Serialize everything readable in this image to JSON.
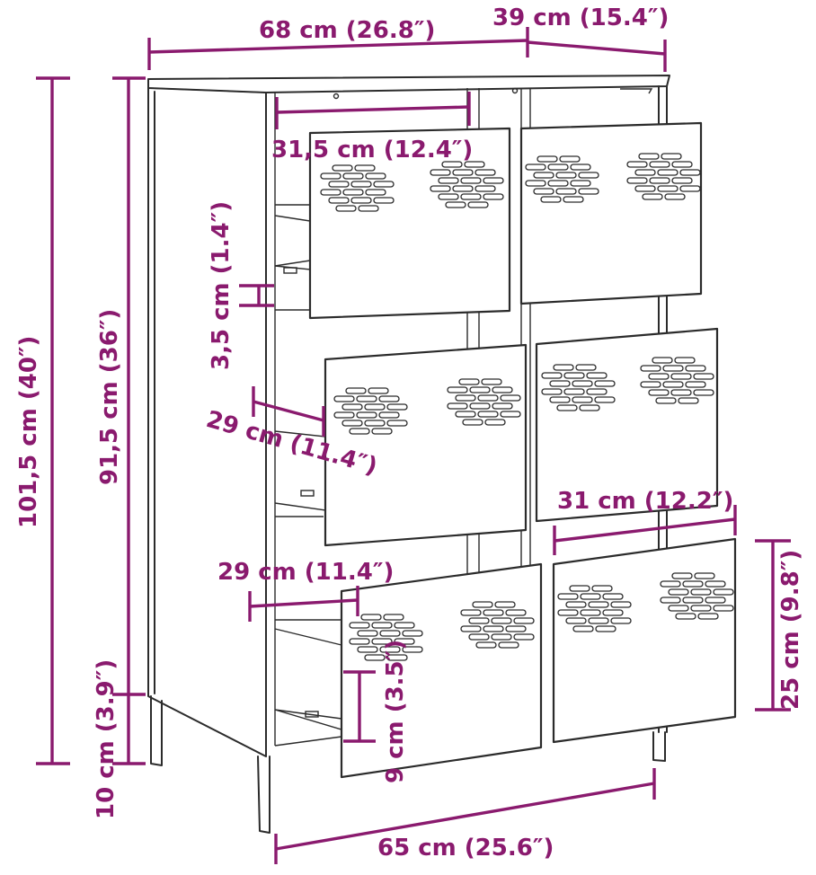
{
  "dimensions": {
    "top_width": "68 cm (26.8″)",
    "top_depth": "39 cm (15.4″)",
    "drawer_inner_width": "31,5 cm (12.4″)",
    "drawer_height_gap": "3,5 cm (1.4″)",
    "drawer_depth_middle": "29 cm (11.4″)",
    "drawer_front_width": "31 cm (12.2″)",
    "drawer_depth_bottom": "29 cm (11.4″)",
    "total_height": "101,5 cm (40″)",
    "body_height": "91,5 cm (36″)",
    "leg_height": "10 cm (3.9″)",
    "drawer_inner_height": "9 cm (3.5″)",
    "drawer_front_height": "25 cm (9.8″)",
    "bottom_width": "65 cm (25.6″)"
  },
  "colors": {
    "dimension": "#8a1a6e",
    "outline": "#2b2b2b"
  }
}
